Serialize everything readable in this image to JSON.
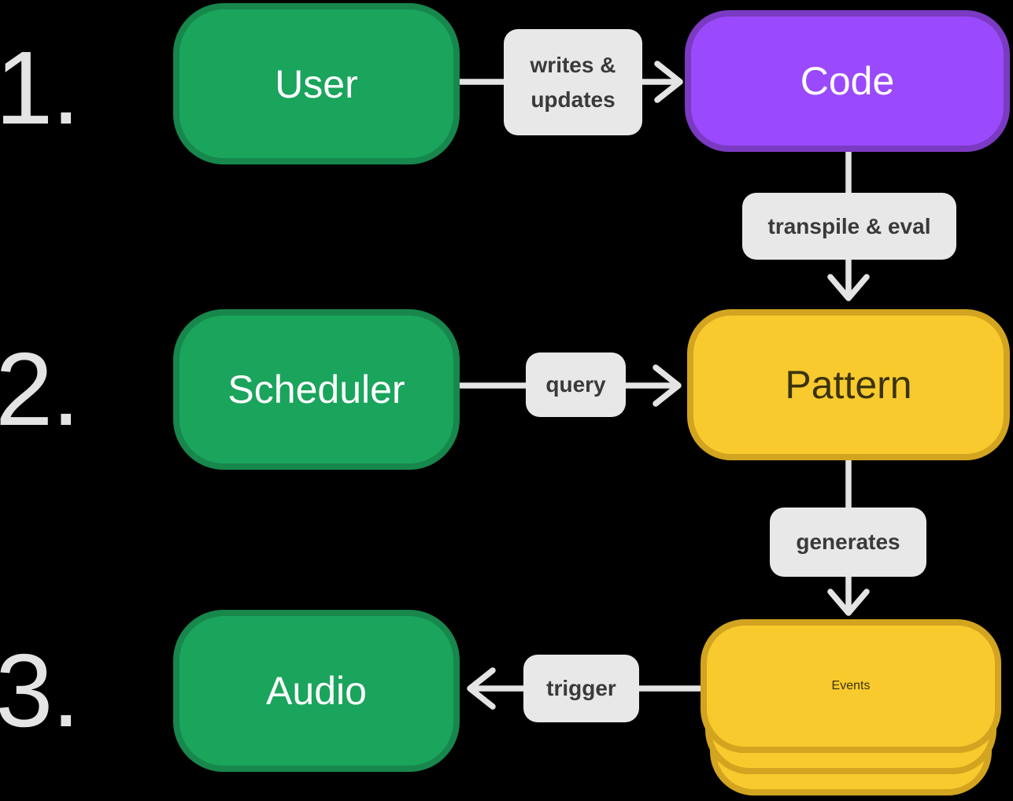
{
  "background": "#000000",
  "palette": {
    "green_fill": "#1aa45c",
    "green_border": "#17874c",
    "purple_fill": "#9a4afc",
    "purple_border": "#7b3ac2",
    "yellow_fill": "#f8ca2d",
    "yellow_border": "#d3a41f",
    "edge_label_bg": "#e8e8e8",
    "edge_label_text": "#3a3a3a",
    "arrow": "#e4e4e4",
    "step_number": "#e4e4e4",
    "node_text_light": "#ffffff",
    "node_text_dark": "#3b3310"
  },
  "steps": {
    "one": "1.",
    "two": "2.",
    "three": "3."
  },
  "nodes": {
    "user": {
      "label": "User"
    },
    "code": {
      "label": "Code"
    },
    "scheduler": {
      "label": "Scheduler"
    },
    "pattern": {
      "label": "Pattern"
    },
    "audio": {
      "label": "Audio"
    },
    "events": {
      "label": "Events"
    }
  },
  "edges": {
    "user_code": {
      "label": "writes & updates"
    },
    "code_pattern": {
      "label": "transpile & eval"
    },
    "scheduler_pattern": {
      "label": "query"
    },
    "pattern_events": {
      "label": "generates"
    },
    "events_audio": {
      "label": "trigger"
    }
  }
}
